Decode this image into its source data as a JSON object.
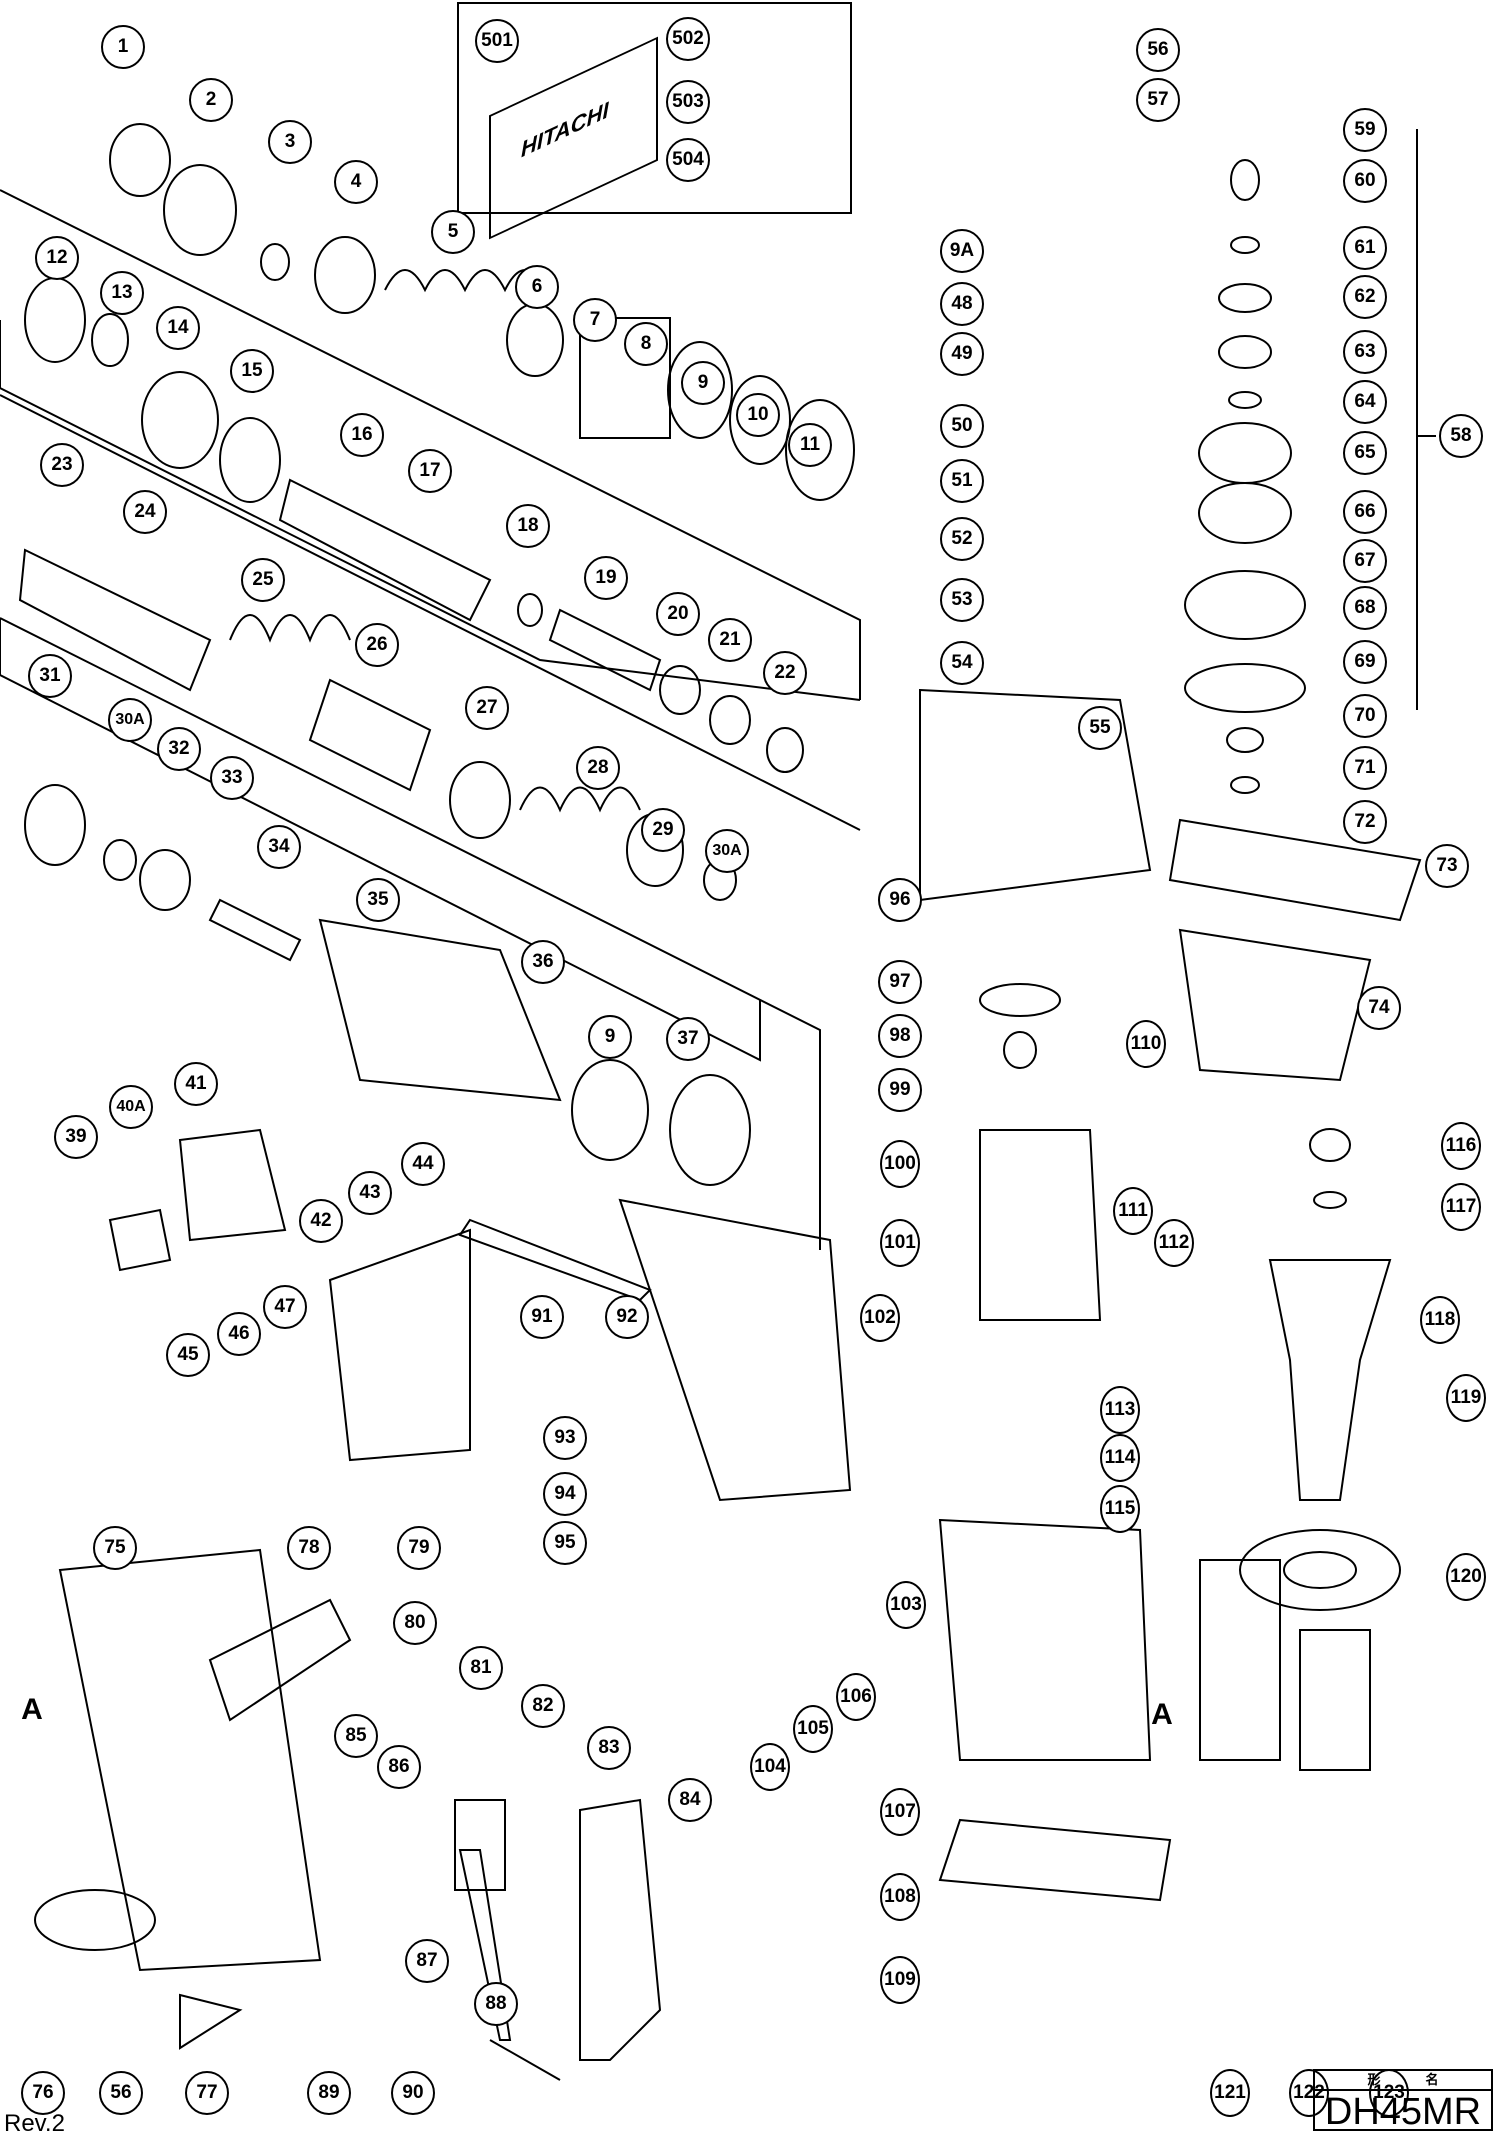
{
  "document": {
    "model": "DH45MR",
    "title_block_header": [
      "形",
      "名"
    ],
    "revision": "Rev.2",
    "accessory_case_brand": "HITACHI",
    "reference_letter": "A"
  },
  "callouts": {
    "p1": "1",
    "p2": "2",
    "p3": "3",
    "p4": "4",
    "p5": "5",
    "p6": "6",
    "p7": "7",
    "p8": "8",
    "p9": "9",
    "p9b": "9",
    "p10": "10",
    "p11": "11",
    "p12": "12",
    "p13": "13",
    "p14": "14",
    "p15": "15",
    "p16": "16",
    "p17": "17",
    "p18": "18",
    "p19": "19",
    "p20": "20",
    "p21": "21",
    "p22": "22",
    "p23": "23",
    "p24": "24",
    "p25": "25",
    "p26": "26",
    "p27": "27",
    "p28": "28",
    "p29": "29",
    "p30a": "30A",
    "p30a2": "30A",
    "p31": "31",
    "p32": "32",
    "p33": "33",
    "p34": "34",
    "p35": "35",
    "p36": "36",
    "p37": "37",
    "p39": "39",
    "p40a": "40A",
    "p41": "41",
    "p42": "42",
    "p43": "43",
    "p44": "44",
    "p45": "45",
    "p46": "46",
    "p47": "47",
    "p9a": "9A",
    "p48": "48",
    "p49": "49",
    "p50": "50",
    "p51": "51",
    "p52": "52",
    "p53": "53",
    "p54": "54",
    "p55": "55",
    "p56": "56",
    "p56b": "56",
    "p57": "57",
    "p58": "58",
    "p59": "59",
    "p60": "60",
    "p61": "61",
    "p62": "62",
    "p63": "63",
    "p64": "64",
    "p65": "65",
    "p66": "66",
    "p67": "67",
    "p68": "68",
    "p69": "69",
    "p70": "70",
    "p71": "71",
    "p72": "72",
    "p73": "73",
    "p74": "74",
    "p75": "75",
    "p76": "76",
    "p77": "77",
    "p78": "78",
    "p79": "79",
    "p80": "80",
    "p81": "81",
    "p82": "82",
    "p83": "83",
    "p84": "84",
    "p85": "85",
    "p86": "86",
    "p87": "87",
    "p88": "88",
    "p89": "89",
    "p90": "90",
    "p91": "91",
    "p92": "92",
    "p93": "93",
    "p94": "94",
    "p95": "95",
    "p96": "96",
    "p97": "97",
    "p98": "98",
    "p99": "99",
    "p100": "100",
    "p101": "101",
    "p102": "102",
    "p103": "103",
    "p104": "104",
    "p105": "105",
    "p106": "106",
    "p107": "107",
    "p108": "108",
    "p109": "109",
    "p110": "110",
    "p111": "111",
    "p112": "112",
    "p113": "113",
    "p114": "114",
    "p115": "115",
    "p116": "116",
    "p117": "117",
    "p118": "118",
    "p119": "119",
    "p120": "120",
    "p121": "121",
    "p122": "122",
    "p123": "123",
    "p501": "501",
    "p502": "502",
    "p503": "503",
    "p504": "504"
  }
}
